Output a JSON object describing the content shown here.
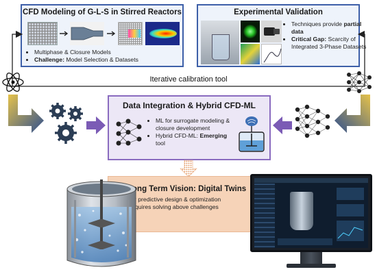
{
  "cfd": {
    "title": "CFD Modeling of G-L-S in Stirred Reactors",
    "bullet1": "Multiphase & Closure Models",
    "bullet2_bold": "Challenge:",
    "bullet2_rest": " Model Selection & Datasets"
  },
  "exp": {
    "title": "Experimental Validation",
    "bullet1_pre": "Techniques provide ",
    "bullet1_bold": "partial data",
    "bullet2_bold": "Critical Gap:",
    "bullet2_rest": " Scarcity of Integrated 3-Phase Datasets"
  },
  "calibration_label": "Iterative calibration tool",
  "integration": {
    "title": "Data Integration & Hybrid CFD-ML",
    "bullet1": "ML for surrogate modeling & closure development",
    "bullet2_pre": "Hybrid CFD-ML: ",
    "bullet2_bold": "Emerging",
    "bullet2_post": " tool"
  },
  "vision": {
    "title": "Long Term Vision: Digital Twins",
    "line1": "For predictive design & optimization",
    "line2": "Requires solving above challenges"
  },
  "colors": {
    "blue_border": "#3d5fa8",
    "purple": "#8a6bbf",
    "gold": "#c9a227",
    "peach": "#f6d3b8"
  }
}
